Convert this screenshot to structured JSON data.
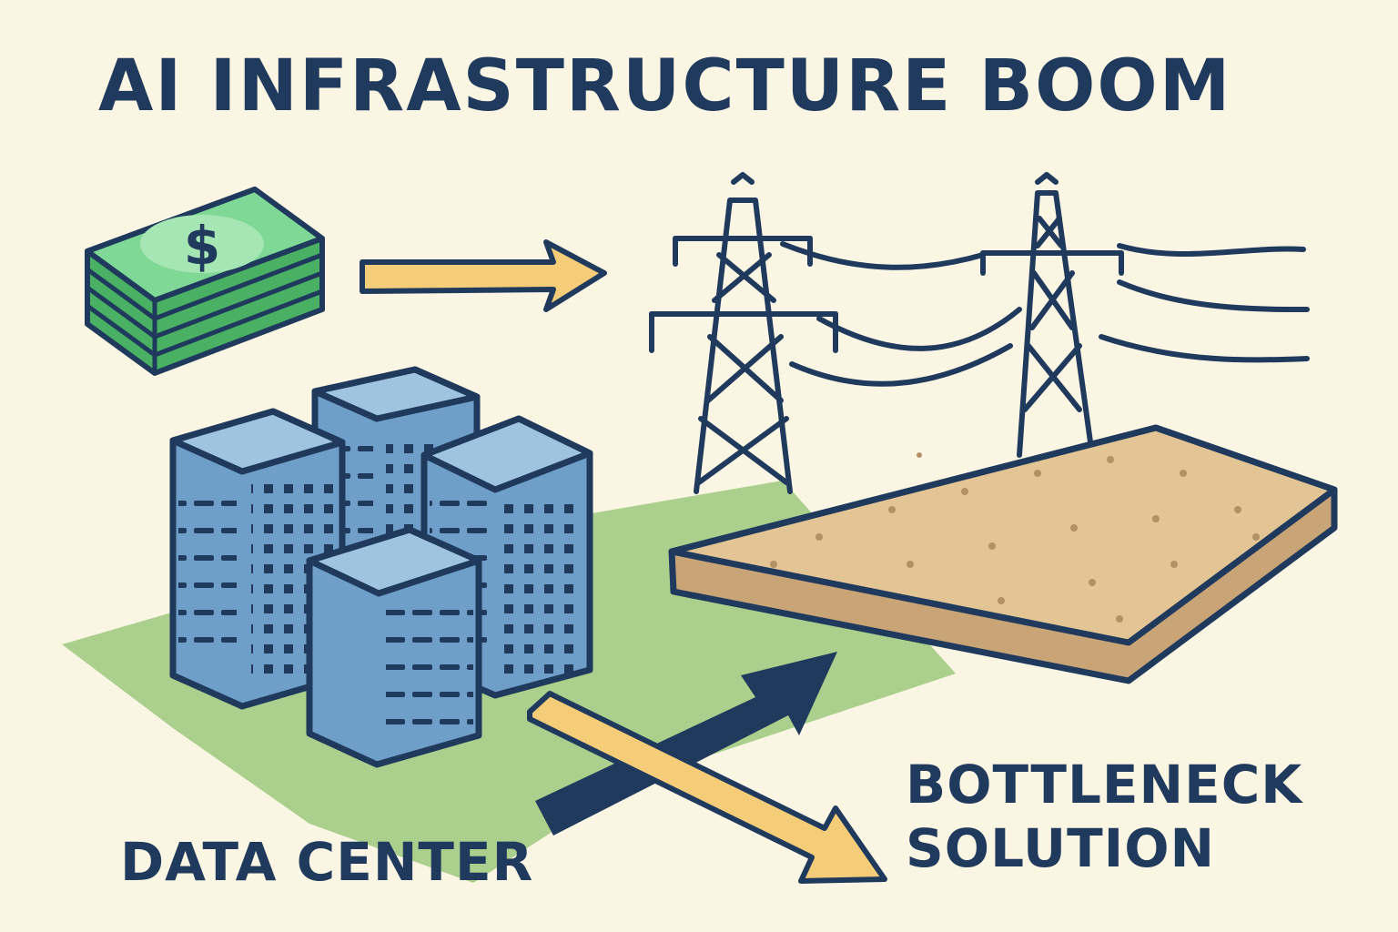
{
  "headline": "AI INFRASTRUCTURE BOOM",
  "labels": {
    "data_center": "DATA CENTER",
    "bottleneck_line1": "BOTTLENECK",
    "bottleneck_line2": "SOLUTION"
  },
  "colors": {
    "background": "#fbf6e4",
    "ink": "#1f3a5c",
    "money": "#5fc57c",
    "building": "#6f9ec9",
    "ground": "#9cc97e",
    "land": "#e3c595",
    "arrow_yellow": "#f5cd79"
  },
  "icons": [
    "money-stack-icon",
    "power-tower-icon",
    "building-icon",
    "dollar-sign-icon"
  ]
}
